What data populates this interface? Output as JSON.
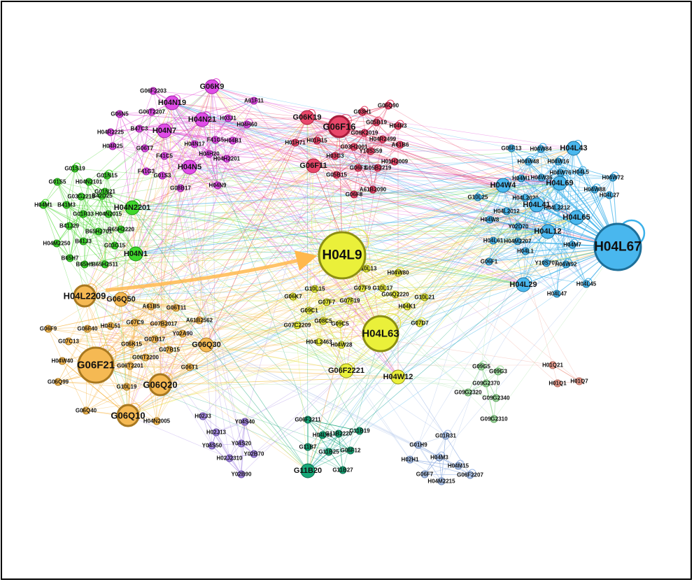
{
  "diagram": {
    "type": "network-graph",
    "background": "#ffffff",
    "clusters": {
      "magenta": {
        "fill": "#e04ce8",
        "stroke": "#9a1fa0",
        "edge": "#e24fd6"
      },
      "red": {
        "fill": "#e8476a",
        "stroke": "#a61d3c",
        "edge": "#e8476a"
      },
      "green": {
        "fill": "#3ed82c",
        "stroke": "#1f8f16",
        "edge": "#4ad830"
      },
      "orange": {
        "fill": "#f5b953",
        "stroke": "#a87820",
        "edge": "#f7b84a"
      },
      "yellow": {
        "fill": "#eaf03a",
        "stroke": "#8c8f12",
        "edge": "#e3e83e"
      },
      "blue": {
        "fill": "#49b7ee",
        "stroke": "#1d6f99",
        "edge": "#3cb1ea"
      },
      "teal": {
        "fill": "#16a878",
        "stroke": "#0b6a4a",
        "edge": "#1aa87c"
      },
      "purple": {
        "fill": "#a98ce6",
        "stroke": "#6a52a8",
        "edge": "#a98ce6"
      },
      "lightblue": {
        "fill": "#b2c9ee",
        "stroke": "#6f8ab8",
        "edge": "#9db8e6"
      },
      "lightgreen": {
        "fill": "#a4e2a4",
        "stroke": "#5ea05e",
        "edge": "#a4e2a4"
      },
      "salmon": {
        "fill": "#f0a294",
        "stroke": "#b06658",
        "edge": "#f0a294"
      }
    },
    "nodes": [
      {
        "id": "G06K9",
        "cluster": "magenta",
        "size": 2
      },
      {
        "id": "A61F11",
        "cluster": "magenta",
        "size": 1
      },
      {
        "id": "G06F2203",
        "cluster": "magenta",
        "size": 1
      },
      {
        "id": "H04N19",
        "cluster": "magenta",
        "size": 2
      },
      {
        "id": "G06N5",
        "cluster": "magenta",
        "size": 1
      },
      {
        "id": "G06T2207",
        "cluster": "magenta",
        "size": 1
      },
      {
        "id": "H04N21",
        "cluster": "magenta",
        "size": 2
      },
      {
        "id": "H03J1",
        "cluster": "magenta",
        "size": 1
      },
      {
        "id": "H04H60",
        "cluster": "magenta",
        "size": 1
      },
      {
        "id": "B47C3",
        "cluster": "magenta",
        "size": 1
      },
      {
        "id": "H04N7",
        "cluster": "magenta",
        "size": 2
      },
      {
        "id": "H04R2225",
        "cluster": "magenta",
        "size": 1
      },
      {
        "id": "H04B1",
        "cluster": "magenta",
        "size": 1
      },
      {
        "id": "H04N17",
        "cluster": "magenta",
        "size": 1
      },
      {
        "id": "F41G5",
        "cluster": "magenta",
        "size": 1
      },
      {
        "id": "H04R25",
        "cluster": "magenta",
        "size": 1
      },
      {
        "id": "G06T7",
        "cluster": "magenta",
        "size": 1
      },
      {
        "id": "H04H20",
        "cluster": "magenta",
        "size": 1
      },
      {
        "id": "F41C5",
        "cluster": "magenta",
        "size": 1
      },
      {
        "id": "H04H2201",
        "cluster": "magenta",
        "size": 1
      },
      {
        "id": "H04N5",
        "cluster": "magenta",
        "size": 2
      },
      {
        "id": "F41G3",
        "cluster": "magenta",
        "size": 1
      },
      {
        "id": "G01S3",
        "cluster": "magenta",
        "size": 1
      },
      {
        "id": "H04N9",
        "cluster": "magenta",
        "size": 1
      },
      {
        "id": "G08B17",
        "cluster": "magenta",
        "size": 1
      },
      {
        "id": "G06K19",
        "cluster": "red",
        "size": 2
      },
      {
        "id": "G06F16",
        "cluster": "red",
        "size": 3
      },
      {
        "id": "G03H1",
        "cluster": "red",
        "size": 1
      },
      {
        "id": "G06Q90",
        "cluster": "red",
        "size": 1
      },
      {
        "id": "G05B19",
        "cluster": "red",
        "size": 1
      },
      {
        "id": "H04R3",
        "cluster": "red",
        "size": 1
      },
      {
        "id": "G06K2019",
        "cluster": "red",
        "size": 1
      },
      {
        "id": "H04R2499",
        "cluster": "red",
        "size": 1
      },
      {
        "id": "H01H15",
        "cluster": "red",
        "size": 1
      },
      {
        "id": "H01H71",
        "cluster": "red",
        "size": 1
      },
      {
        "id": "A61B6",
        "cluster": "red",
        "size": 1
      },
      {
        "id": "G03H2001",
        "cluster": "red",
        "size": 1
      },
      {
        "id": "H03G3",
        "cluster": "red",
        "size": 1
      },
      {
        "id": "Y10S359",
        "cluster": "red",
        "size": 1
      },
      {
        "id": "H01H2009",
        "cluster": "red",
        "size": 1
      },
      {
        "id": "G06F11",
        "cluster": "red",
        "size": 2
      },
      {
        "id": "G06F3",
        "cluster": "red",
        "size": 1
      },
      {
        "id": "G05B2219",
        "cluster": "red",
        "size": 1
      },
      {
        "id": "G05B15",
        "cluster": "red",
        "size": 1
      },
      {
        "id": "A61B2090",
        "cluster": "red",
        "size": 1
      },
      {
        "id": "G06F8",
        "cluster": "red",
        "size": 1
      },
      {
        "id": "G01S19",
        "cluster": "green",
        "size": 1
      },
      {
        "id": "G01N15",
        "cluster": "green",
        "size": 1
      },
      {
        "id": "G01S5",
        "cluster": "green",
        "size": 1
      },
      {
        "id": "H04N2101",
        "cluster": "green",
        "size": 1
      },
      {
        "id": "G01N21",
        "cluster": "green",
        "size": 1
      },
      {
        "id": "G03G2215",
        "cluster": "green",
        "size": 1
      },
      {
        "id": "B42D25",
        "cluster": "green",
        "size": 1
      },
      {
        "id": "H04M1",
        "cluster": "green",
        "size": 1
      },
      {
        "id": "B41M3",
        "cluster": "green",
        "size": 1
      },
      {
        "id": "H04N2201",
        "cluster": "green",
        "size": 2
      },
      {
        "id": "G01R33",
        "cluster": "green",
        "size": 1
      },
      {
        "id": "H04N2015",
        "cluster": "green",
        "size": 1
      },
      {
        "id": "B41J29",
        "cluster": "green",
        "size": 1
      },
      {
        "id": "B65H2701",
        "cluster": "green",
        "size": 1
      },
      {
        "id": "B65H2220",
        "cluster": "green",
        "size": 1
      },
      {
        "id": "H04M2250",
        "cluster": "green",
        "size": 1
      },
      {
        "id": "B41J3",
        "cluster": "green",
        "size": 1
      },
      {
        "id": "G03G15",
        "cluster": "green",
        "size": 1
      },
      {
        "id": "H04N1",
        "cluster": "green",
        "size": 2
      },
      {
        "id": "B65H7",
        "cluster": "green",
        "size": 1
      },
      {
        "id": "B65H5",
        "cluster": "green",
        "size": 1
      },
      {
        "id": "B65H2511",
        "cluster": "green",
        "size": 1
      },
      {
        "id": "H04L2209",
        "cluster": "orange",
        "size": 3
      },
      {
        "id": "G06Q50",
        "cluster": "orange",
        "size": 2
      },
      {
        "id": "A61B5",
        "cluster": "orange",
        "size": 1
      },
      {
        "id": "G06T11",
        "cluster": "orange",
        "size": 1
      },
      {
        "id": "G06F9",
        "cluster": "orange",
        "size": 1
      },
      {
        "id": "G06F40",
        "cluster": "orange",
        "size": 1
      },
      {
        "id": "H04L51",
        "cluster": "orange",
        "size": 1
      },
      {
        "id": "G07C9",
        "cluster": "orange",
        "size": 1
      },
      {
        "id": "G07B2017",
        "cluster": "orange",
        "size": 1
      },
      {
        "id": "A61B2562",
        "cluster": "orange",
        "size": 1
      },
      {
        "id": "G07C13",
        "cluster": "orange",
        "size": 1
      },
      {
        "id": "Y02A90",
        "cluster": "orange",
        "size": 1
      },
      {
        "id": "G06K15",
        "cluster": "orange",
        "size": 1
      },
      {
        "id": "G07B17",
        "cluster": "orange",
        "size": 1
      },
      {
        "id": "G06Q30",
        "cluster": "orange",
        "size": 2
      },
      {
        "id": "G07B15",
        "cluster": "orange",
        "size": 1
      },
      {
        "id": "H04W40",
        "cluster": "orange",
        "size": 1
      },
      {
        "id": "G06T2200",
        "cluster": "orange",
        "size": 1
      },
      {
        "id": "G06F21",
        "cluster": "orange",
        "size": 4
      },
      {
        "id": "G06T2201",
        "cluster": "orange",
        "size": 1
      },
      {
        "id": "G06T1",
        "cluster": "orange",
        "size": 1
      },
      {
        "id": "G06Q99",
        "cluster": "orange",
        "size": 1
      },
      {
        "id": "G10L19",
        "cluster": "orange",
        "size": 1
      },
      {
        "id": "G06Q20",
        "cluster": "orange",
        "size": 3
      },
      {
        "id": "G06Q40",
        "cluster": "orange",
        "size": 1
      },
      {
        "id": "G06Q10",
        "cluster": "orange",
        "size": 3
      },
      {
        "id": "H04N2005",
        "cluster": "orange",
        "size": 1
      },
      {
        "id": "H04L9",
        "cluster": "yellow",
        "size": 5
      },
      {
        "id": "G10L13",
        "cluster": "yellow",
        "size": 1
      },
      {
        "id": "H04W80",
        "cluster": "yellow",
        "size": 1
      },
      {
        "id": "G10L15",
        "cluster": "yellow",
        "size": 1
      },
      {
        "id": "G07F9",
        "cluster": "yellow",
        "size": 1
      },
      {
        "id": "G10L17",
        "cluster": "yellow",
        "size": 1
      },
      {
        "id": "G06K7",
        "cluster": "yellow",
        "size": 1
      },
      {
        "id": "G07F7",
        "cluster": "yellow",
        "size": 1
      },
      {
        "id": "G07F19",
        "cluster": "yellow",
        "size": 1
      },
      {
        "id": "G06Q2220",
        "cluster": "yellow",
        "size": 1
      },
      {
        "id": "G10L21",
        "cluster": "yellow",
        "size": 1
      },
      {
        "id": "G09C1",
        "cluster": "yellow",
        "size": 1
      },
      {
        "id": "H04K1",
        "cluster": "yellow",
        "size": 1
      },
      {
        "id": "G08C5",
        "cluster": "yellow",
        "size": 1
      },
      {
        "id": "G07C2209",
        "cluster": "yellow",
        "size": 1
      },
      {
        "id": "G09C5",
        "cluster": "yellow",
        "size": 1
      },
      {
        "id": "G07D7",
        "cluster": "yellow",
        "size": 1
      },
      {
        "id": "H04L63",
        "cluster": "yellow",
        "size": 4
      },
      {
        "id": "H04L2463",
        "cluster": "yellow",
        "size": 1
      },
      {
        "id": "H04W28",
        "cluster": "yellow",
        "size": 1
      },
      {
        "id": "G06F2221",
        "cluster": "yellow",
        "size": 2
      },
      {
        "id": "H04W12",
        "cluster": "yellow",
        "size": 2
      },
      {
        "id": "G06F13",
        "cluster": "blue",
        "size": 1
      },
      {
        "id": "H04W84",
        "cluster": "blue",
        "size": 1
      },
      {
        "id": "H04L43",
        "cluster": "blue",
        "size": 2
      },
      {
        "id": "H04W48",
        "cluster": "blue",
        "size": 1
      },
      {
        "id": "H04W16",
        "cluster": "blue",
        "size": 1
      },
      {
        "id": "H04M1b",
        "label": "H04M1",
        "cluster": "blue",
        "size": 1
      },
      {
        "id": "H04W36",
        "cluster": "blue",
        "size": 1
      },
      {
        "id": "H04W76",
        "cluster": "blue",
        "size": 1
      },
      {
        "id": "H04L5",
        "cluster": "blue",
        "size": 1
      },
      {
        "id": "H04W72",
        "cluster": "blue",
        "size": 1
      },
      {
        "id": "H04W4",
        "cluster": "blue",
        "size": 2
      },
      {
        "id": "H04L69",
        "cluster": "blue",
        "size": 2
      },
      {
        "id": "H04W88",
        "cluster": "blue",
        "size": 1
      },
      {
        "id": "H04L2020",
        "cluster": "blue",
        "size": 1
      },
      {
        "id": "H04L27",
        "cluster": "blue",
        "size": 1
      },
      {
        "id": "G10L25",
        "cluster": "blue",
        "size": 1
      },
      {
        "id": "H04L41",
        "cluster": "blue",
        "size": 2
      },
      {
        "id": "H04L2212",
        "cluster": "blue",
        "size": 1
      },
      {
        "id": "H04L2012",
        "cluster": "blue",
        "size": 1
      },
      {
        "id": "H04L65",
        "cluster": "blue",
        "size": 2
      },
      {
        "id": "H04W8",
        "cluster": "blue",
        "size": 1
      },
      {
        "id": "Y02D70",
        "cluster": "blue",
        "size": 1
      },
      {
        "id": "H04L12",
        "cluster": "blue",
        "size": 2
      },
      {
        "id": "H04L67",
        "cluster": "blue",
        "size": 5
      },
      {
        "id": "H04L61",
        "cluster": "blue",
        "size": 1
      },
      {
        "id": "H04M2207",
        "cluster": "blue",
        "size": 1
      },
      {
        "id": "H04M7",
        "cluster": "blue",
        "size": 1
      },
      {
        "id": "H04L1",
        "cluster": "blue",
        "size": 1
      },
      {
        "id": "G06F1",
        "cluster": "blue",
        "size": 1
      },
      {
        "id": "Y10S707",
        "cluster": "blue",
        "size": 1
      },
      {
        "id": "H04W92",
        "cluster": "blue",
        "size": 1
      },
      {
        "id": "H04L29",
        "cluster": "blue",
        "size": 2
      },
      {
        "id": "H04L47",
        "cluster": "blue",
        "size": 1
      },
      {
        "id": "H04L45",
        "cluster": "blue",
        "size": 1
      },
      {
        "id": "G06F2211",
        "cluster": "teal",
        "size": 1
      },
      {
        "id": "H04L61b",
        "label": "H04L61",
        "cluster": "teal",
        "size": 1
      },
      {
        "id": "G11B2220",
        "cluster": "teal",
        "size": 1
      },
      {
        "id": "G11B19",
        "cluster": "teal",
        "size": 1
      },
      {
        "id": "G11B7",
        "cluster": "teal",
        "size": 1
      },
      {
        "id": "G11B25",
        "cluster": "teal",
        "size": 1
      },
      {
        "id": "G06F12",
        "cluster": "teal",
        "size": 1
      },
      {
        "id": "G11B20",
        "cluster": "teal",
        "size": 2
      },
      {
        "id": "G11B27",
        "cluster": "teal",
        "size": 1
      },
      {
        "id": "H02J3",
        "cluster": "purple",
        "size": 1
      },
      {
        "id": "Y04S40",
        "cluster": "purple",
        "size": 1
      },
      {
        "id": "H02J13",
        "cluster": "purple",
        "size": 1
      },
      {
        "id": "Y04S50",
        "cluster": "purple",
        "size": 1
      },
      {
        "id": "Y04S20",
        "cluster": "purple",
        "size": 1
      },
      {
        "id": "H02J2310",
        "cluster": "purple",
        "size": 1
      },
      {
        "id": "Y02B70",
        "cluster": "purple",
        "size": 1
      },
      {
        "id": "Y02B90",
        "cluster": "purple",
        "size": 1
      },
      {
        "id": "G01R31",
        "cluster": "lightblue",
        "size": 1
      },
      {
        "id": "G01H9",
        "cluster": "lightblue",
        "size": 1
      },
      {
        "id": "H02H1",
        "cluster": "lightblue",
        "size": 1
      },
      {
        "id": "H04M3",
        "cluster": "lightblue",
        "size": 1
      },
      {
        "id": "H04M15",
        "cluster": "lightblue",
        "size": 1
      },
      {
        "id": "G06F7",
        "cluster": "lightblue",
        "size": 1
      },
      {
        "id": "G06F2207",
        "cluster": "lightblue",
        "size": 1
      },
      {
        "id": "H04M2215",
        "cluster": "lightblue",
        "size": 1
      },
      {
        "id": "G09G5",
        "cluster": "lightgreen",
        "size": 1
      },
      {
        "id": "G09G3",
        "cluster": "lightgreen",
        "size": 1
      },
      {
        "id": "G09G2370",
        "cluster": "lightgreen",
        "size": 1
      },
      {
        "id": "G09G2320",
        "cluster": "lightgreen",
        "size": 1
      },
      {
        "id": "G09G2340",
        "cluster": "lightgreen",
        "size": 1
      },
      {
        "id": "G09G2310",
        "cluster": "lightgreen",
        "size": 1
      },
      {
        "id": "H01Q21",
        "cluster": "salmon",
        "size": 1
      },
      {
        "id": "H01Q1",
        "cluster": "salmon",
        "size": 1
      },
      {
        "id": "H01Q7",
        "cluster": "salmon",
        "size": 1
      }
    ],
    "highlighted_edge": {
      "source": "H04L2209",
      "target": "H04L9",
      "color": "#ffb84d"
    }
  }
}
